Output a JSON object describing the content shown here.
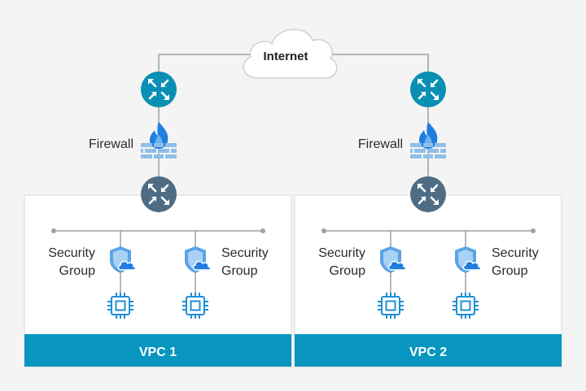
{
  "internet": {
    "label": "Internet",
    "icon": "cloud-icon"
  },
  "colors": {
    "router_top": "#0a8fb4",
    "router_vpc": "#4e6d84",
    "vpc_bar": "#0896c0",
    "firewall_flame": "#1f7ee0",
    "firewall_bricks": "#8fbfe9",
    "shield": "#5aa3e6",
    "chip": "#1f8fd6",
    "line": "#9aa0a6"
  },
  "vpcs": [
    {
      "name": "VPC 1",
      "firewall_label": "Firewall",
      "left_group": [
        "Security",
        "Group"
      ],
      "right_group": [
        "Security",
        "Group"
      ]
    },
    {
      "name": "VPC 2",
      "firewall_label": "Firewall",
      "left_group": [
        "Security",
        "Group"
      ],
      "right_group": [
        "Security",
        "Group"
      ]
    }
  ]
}
